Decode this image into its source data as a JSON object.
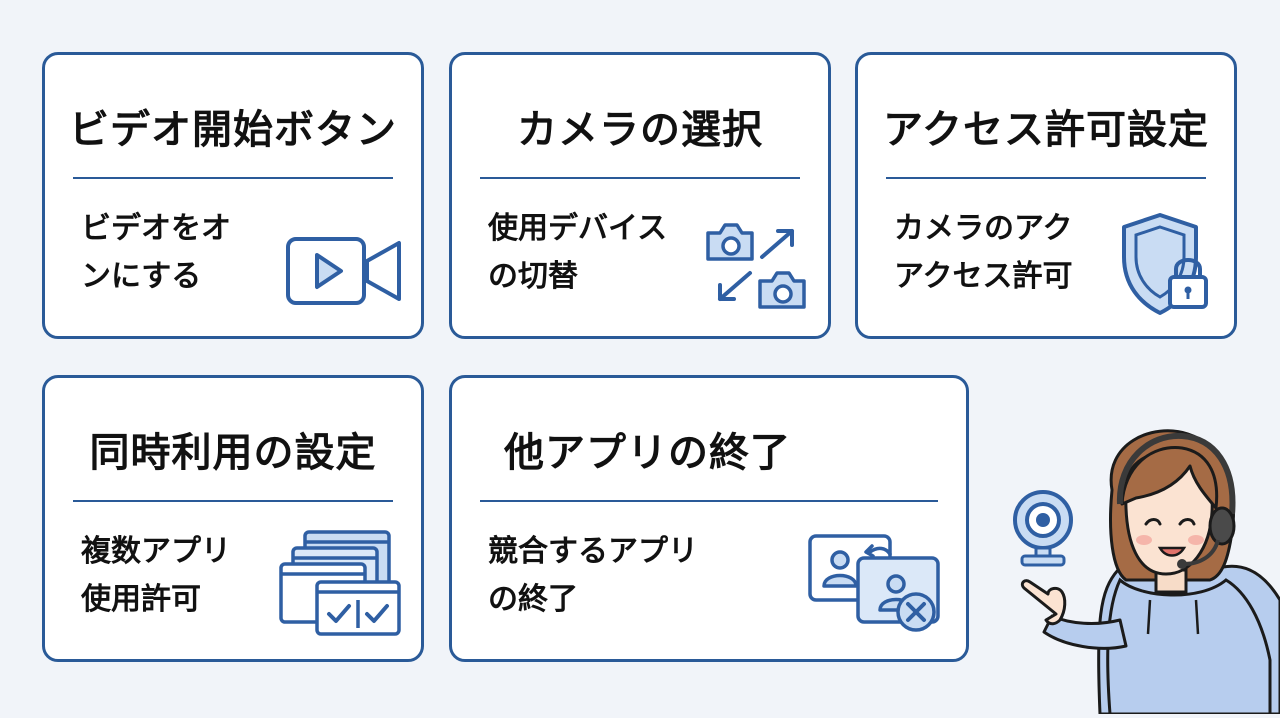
{
  "cards": [
    {
      "title": "ビデオ開始ボタン",
      "desc": [
        "ビデオをオ",
        "ンにする"
      ],
      "icon": "video-camera-play-icon"
    },
    {
      "title": "カメラの選択",
      "desc": [
        "使用デバイス",
        "の切替"
      ],
      "icon": "camera-swap-icon"
    },
    {
      "title": "アクセス許可設定",
      "desc": [
        "カメラのアク",
        "アクセス許可"
      ],
      "icon": "shield-lock-icon"
    },
    {
      "title": "同時利用の設定",
      "desc": [
        "複数アプリ",
        "使用許可"
      ],
      "icon": "multiple-windows-check-icon"
    },
    {
      "title": "他アプリの終了",
      "desc": [
        "競合するアプリ",
        "の終了"
      ],
      "icon": "close-app-icon"
    }
  ],
  "illustration": {
    "person": "woman-with-headset-pointing",
    "prop": "webcam-icon"
  },
  "colors": {
    "background": "#f1f4f9",
    "card_border": "#2a5a98",
    "icon_stroke": "#2f5fa3",
    "icon_fill": "#c9dcf3",
    "hoodie": "#b7cdee"
  }
}
